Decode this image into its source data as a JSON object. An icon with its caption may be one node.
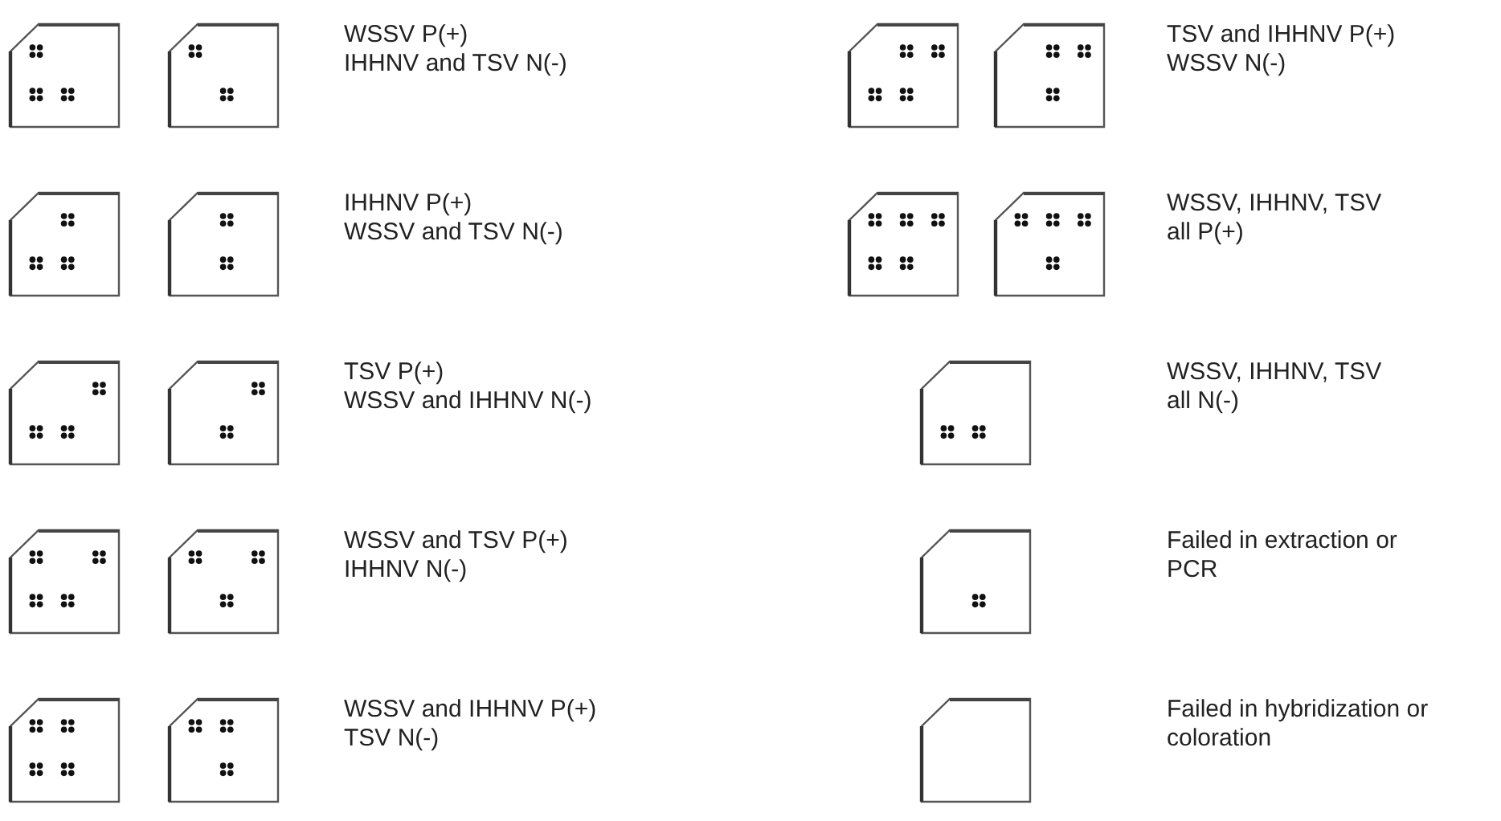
{
  "diagram": {
    "labels": [
      "WSSV P(+)",
      "IHHNV and TSV N(-)",
      "TSV and IHHNV P(+)",
      "WSSV N(-)",
      "IHHNV P(+)",
      "WSSV and TSV N(-)",
      "WSSV, IHHNV, TSV all P(+)",
      "TSV P(+)",
      "WSSV and IHHNV N(-)",
      "WSSV, IHHNV, TSV all N(-)",
      "WSSV and TSV P(+)",
      "IHHNV N(-)",
      "Failed in extraction or PCR",
      "WSSV and IHHNV P(+)",
      "TSV N(-)",
      "Failed in hybridization or coloration"
    ]
  }
}
